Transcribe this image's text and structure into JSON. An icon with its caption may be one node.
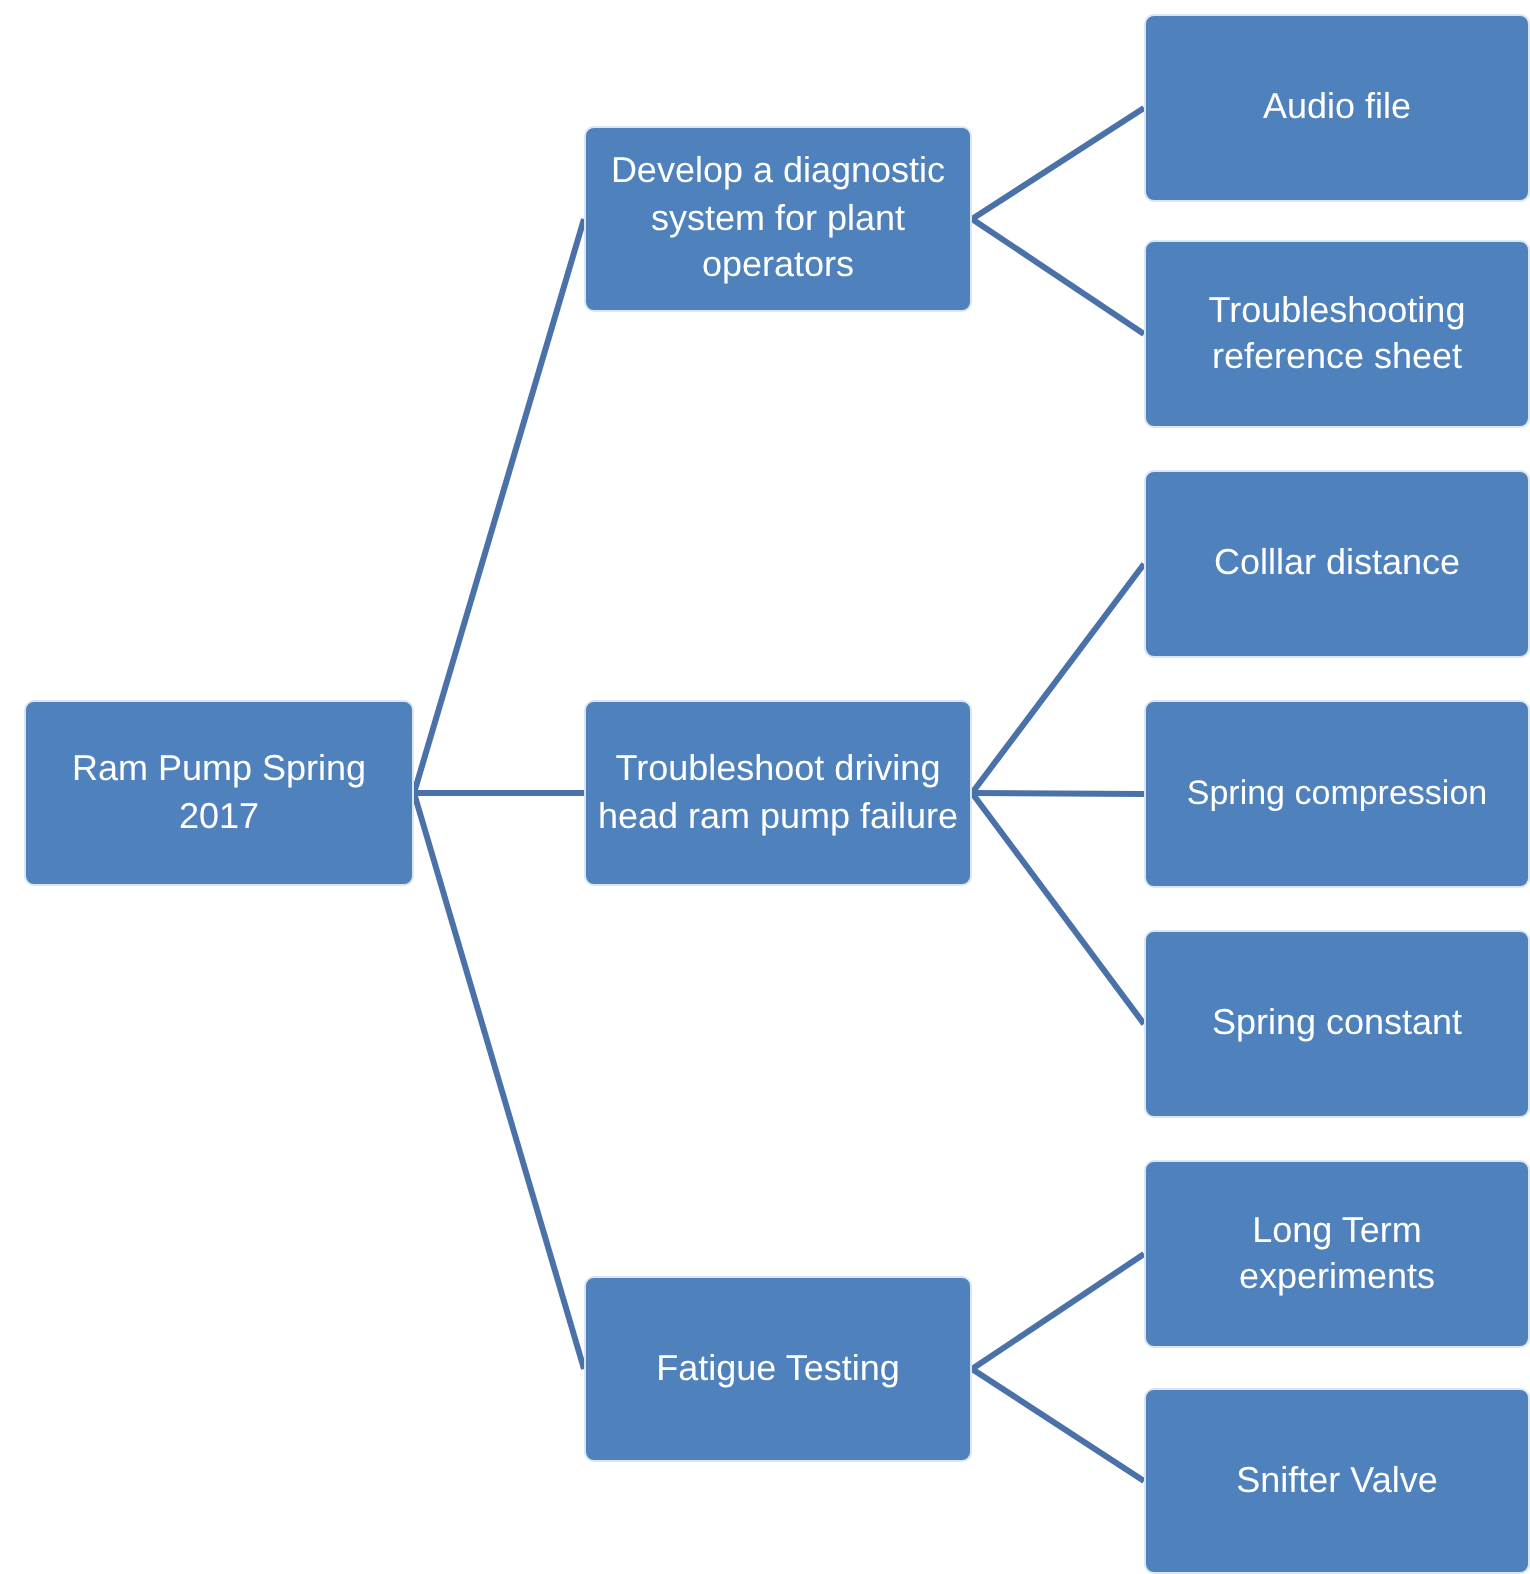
{
  "diagram": {
    "nodes": [
      {
        "text": [
          "Ram Pump Spring 2017"
        ]
      },
      {
        "text": [
          "Develop a diagnostic system for plant operators"
        ]
      },
      {
        "text": [
          "Audio file"
        ]
      },
      {
        "text": [
          "Troubleshooting reference sheet"
        ]
      },
      {
        "text": [
          "Troubleshoot driving head ram pump failure"
        ]
      },
      {
        "text": [
          "Colllar distance"
        ]
      },
      {
        "text": [
          "Spring compression"
        ]
      },
      {
        "text": [
          "Spring constant"
        ]
      },
      {
        "text": [
          "Fatigue Testing"
        ]
      },
      {
        "text": [
          "Long Term experiments"
        ]
      },
      {
        "text": [
          "Snifter Valve"
        ]
      }
    ],
    "edges": [
      {
        "from": 0,
        "to": 1,
        "arrow": "none"
      },
      {
        "from": 0,
        "to": 4,
        "arrow": "none"
      },
      {
        "from": 0,
        "to": 8,
        "arrow": "none"
      },
      {
        "from": 1,
        "to": 2,
        "arrow": "none"
      },
      {
        "from": 1,
        "to": 3,
        "arrow": "none"
      },
      {
        "from": 4,
        "to": 5,
        "arrow": "none"
      },
      {
        "from": 4,
        "to": 6,
        "arrow": "none"
      },
      {
        "from": 4,
        "to": 7,
        "arrow": "none"
      },
      {
        "from": 8,
        "to": 9,
        "arrow": "none"
      },
      {
        "from": 8,
        "to": 10,
        "arrow": "none"
      }
    ]
  }
}
